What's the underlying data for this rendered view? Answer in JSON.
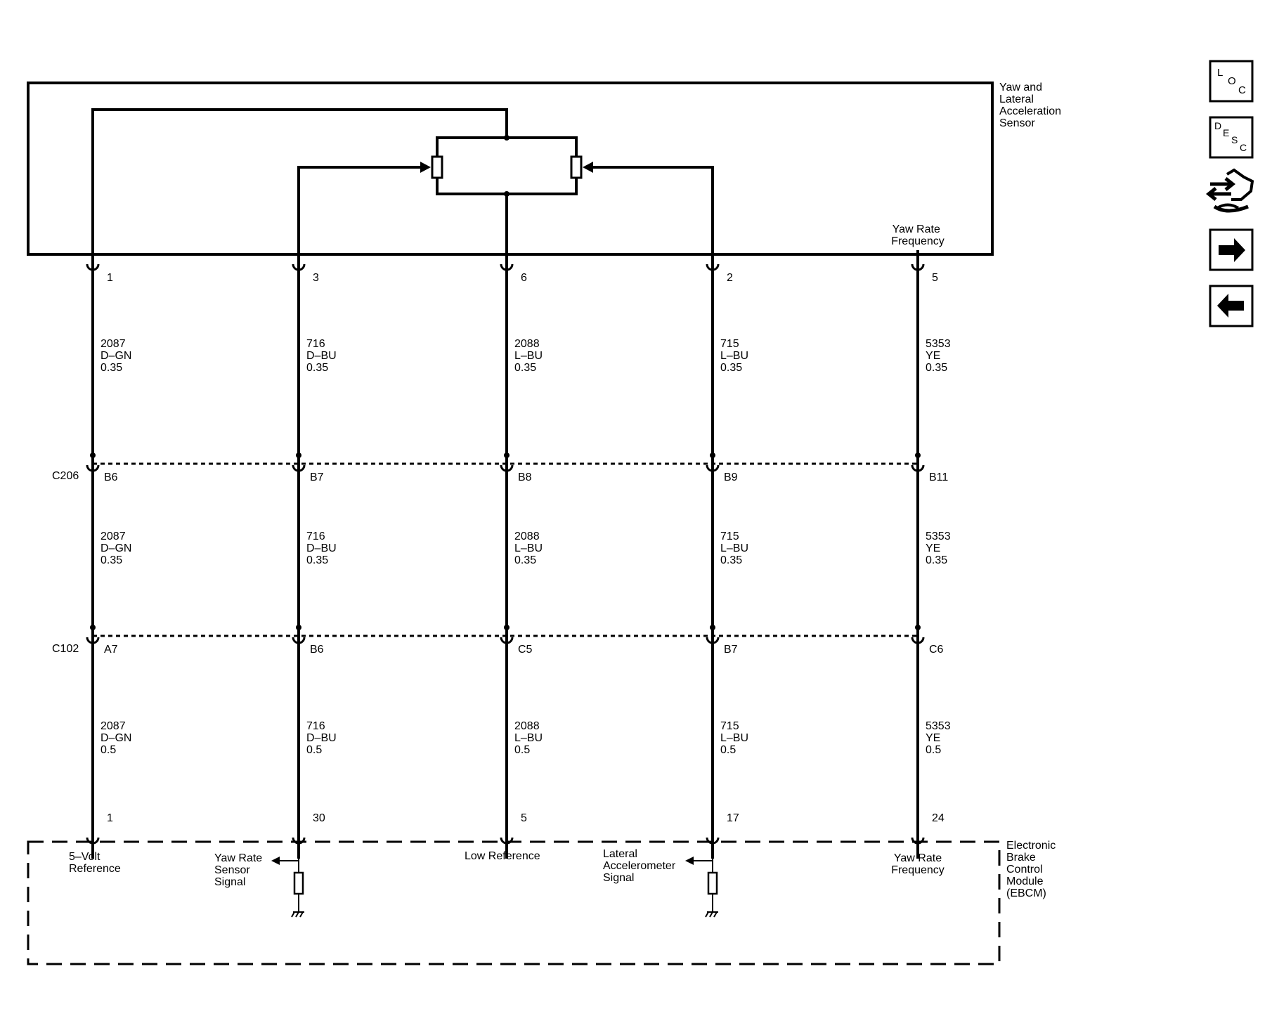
{
  "sensor": {
    "title_lines": [
      "Yaw and",
      "Lateral",
      "Acceleration",
      "Sensor"
    ],
    "internal_label_lines": [
      "Yaw Rate",
      "Frequency"
    ]
  },
  "module": {
    "title_lines": [
      "Electronic",
      "Brake",
      "Control",
      "Module",
      "(EBCM)"
    ]
  },
  "connectors": {
    "c206": "C206",
    "c102": "C102"
  },
  "circuits": [
    {
      "sensor_pin": "1",
      "c206_pin": "B6",
      "c102_pin": "A7",
      "module_pin": "1",
      "wire_upper": [
        "2087",
        "D–GN",
        "0.35"
      ],
      "wire_middle": [
        "2087",
        "D–GN",
        "0.35"
      ],
      "wire_lower": [
        "2087",
        "D–GN",
        "0.5"
      ],
      "function_lines": [
        "5–Volt",
        "Reference"
      ]
    },
    {
      "sensor_pin": "3",
      "c206_pin": "B7",
      "c102_pin": "B6",
      "module_pin": "30",
      "wire_upper": [
        "716",
        "D–BU",
        "0.35"
      ],
      "wire_middle": [
        "716",
        "D–BU",
        "0.35"
      ],
      "wire_lower": [
        "716",
        "D–BU",
        "0.5"
      ],
      "function_lines": [
        "Yaw Rate",
        "Sensor",
        "Signal"
      ]
    },
    {
      "sensor_pin": "6",
      "c206_pin": "B8",
      "c102_pin": "C5",
      "module_pin": "5",
      "wire_upper": [
        "2088",
        "L–BU",
        "0.35"
      ],
      "wire_middle": [
        "2088",
        "L–BU",
        "0.35"
      ],
      "wire_lower": [
        "2088",
        "L–BU",
        "0.5"
      ],
      "function_lines": [
        "Low Reference"
      ]
    },
    {
      "sensor_pin": "2",
      "c206_pin": "B9",
      "c102_pin": "B7",
      "module_pin": "17",
      "wire_upper": [
        "715",
        "L–BU",
        "0.35"
      ],
      "wire_middle": [
        "715",
        "L–BU",
        "0.35"
      ],
      "wire_lower": [
        "715",
        "L–BU",
        "0.5"
      ],
      "function_lines": [
        "Lateral",
        "Accelerometer",
        "Signal"
      ]
    },
    {
      "sensor_pin": "5",
      "c206_pin": "B11",
      "c102_pin": "C6",
      "module_pin": "24",
      "wire_upper": [
        "5353",
        "YE",
        "0.35"
      ],
      "wire_middle": [
        "5353",
        "YE",
        "0.35"
      ],
      "wire_lower": [
        "5353",
        "YE",
        "0.5"
      ],
      "function_lines": [
        "Yaw Rate",
        "Frequency"
      ]
    }
  ],
  "nav": {
    "loc": [
      "L",
      "O",
      "C"
    ],
    "desc": [
      "D",
      "E",
      "S",
      "C"
    ]
  }
}
